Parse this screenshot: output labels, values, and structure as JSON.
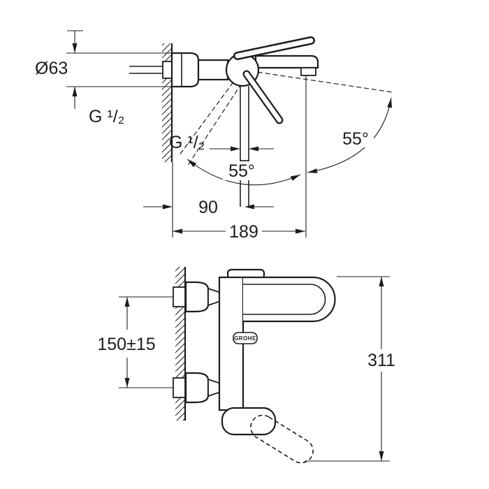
{
  "colors": {
    "line": "#1d1d1b",
    "background": "#ffffff"
  },
  "top_view": {
    "dims": {
      "escutcheon_diameter": "Ø63",
      "wall_thread": "G ¹/₂",
      "outlet_thread": "G ¹/₂",
      "lever_angle": "55°",
      "swivel_angle": "55°",
      "wall_to_outlet": "90",
      "depth": "189"
    }
  },
  "front_view": {
    "dims": {
      "inlet_spacing": "150±15",
      "height": "311"
    },
    "brand": "GROHE"
  }
}
